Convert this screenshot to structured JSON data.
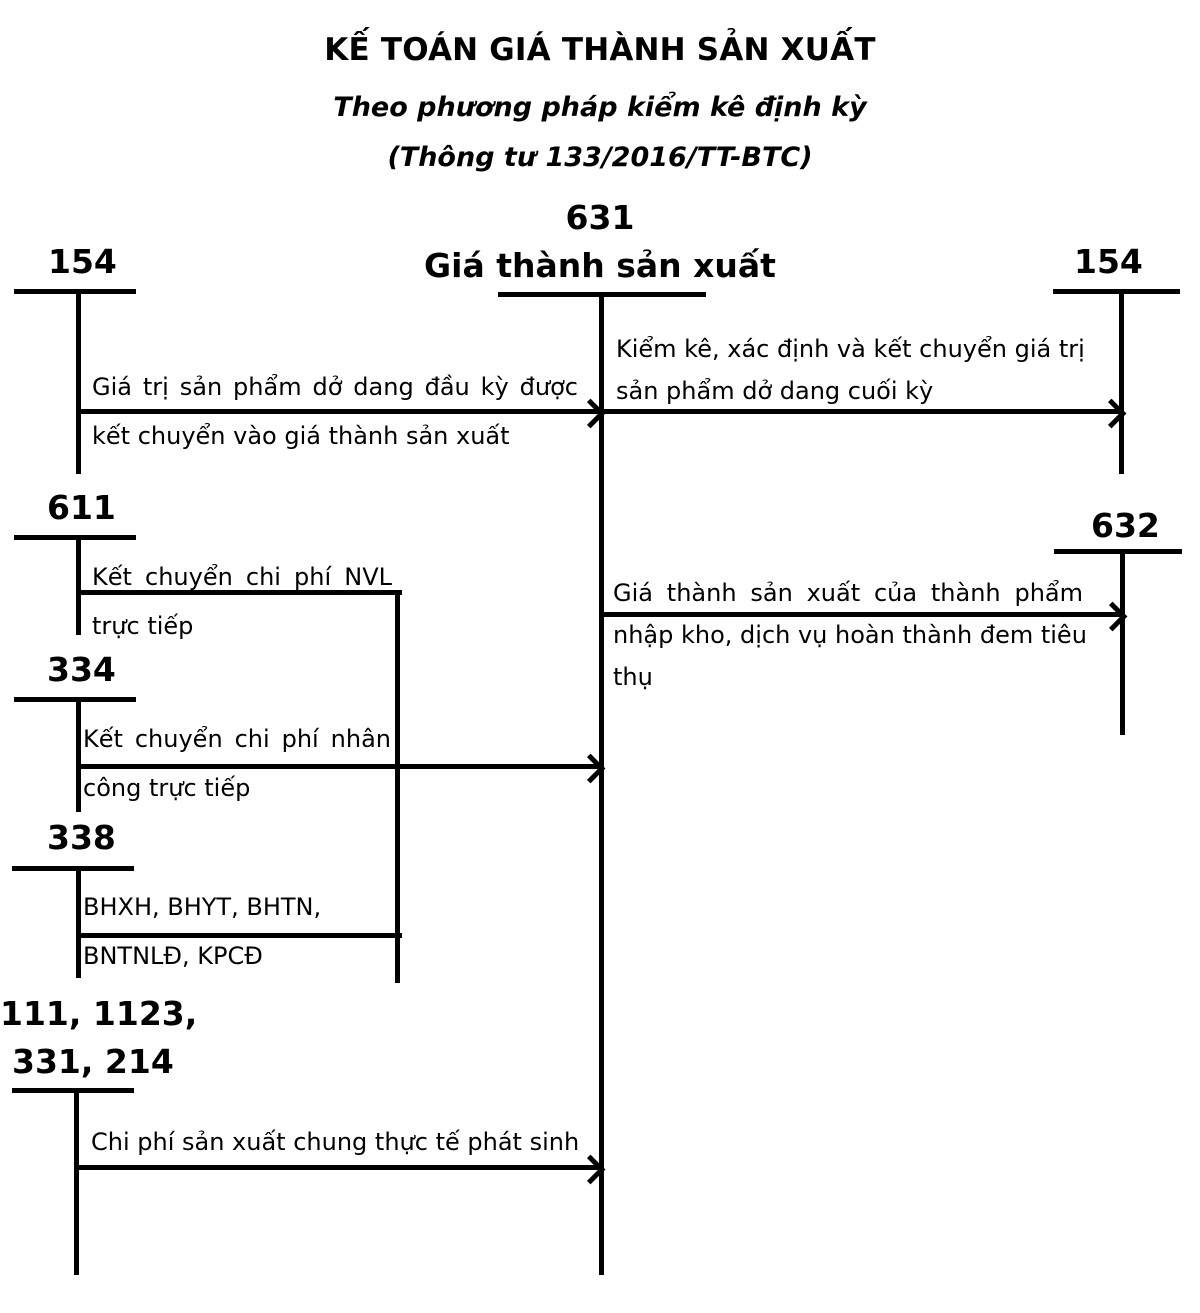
{
  "header": {
    "title": "KẾ TOÁN GIÁ THÀNH SẢN XUẤT",
    "subtitle": "Theo phương pháp kiểm kê định kỳ",
    "regulation": "(Thông tư 133/2016/TT-BTC)"
  },
  "center_account": {
    "code": "631",
    "name": "Giá thành sản xuất"
  },
  "accounts": {
    "a154_left": "154",
    "a611": "611",
    "a334": "334",
    "a338": "338",
    "a111_line1": "111, 1123,",
    "a111_line2": "331, 214",
    "a154_right": "154",
    "a632": "632"
  },
  "flows": {
    "f154_in": {
      "line1": "Giá trị sản phẩm dở dang đầu kỳ được",
      "line2": "kết chuyển vào giá thành sản xuất"
    },
    "f611": {
      "line1": "Kết chuyển chi phí NVL",
      "line2": "trực tiếp"
    },
    "f334": {
      "line1": "Kết chuyển chi phí nhân",
      "line2": "công trực tiếp"
    },
    "f338": {
      "line1": "BHXH, BHYT, BHTN,",
      "line2": "BNTNLĐ, KPCĐ"
    },
    "f111": {
      "line1": "Chi phí sản xuất chung thực tế phát sinh"
    },
    "f154_out": {
      "line1": "Kiểm kê, xác định và kết chuyển giá trị",
      "line2": "sản phẩm dở dang cuối kỳ"
    },
    "f632": {
      "line1": "Giá thành sản xuất của thành phẩm",
      "line2": "nhập kho, dịch vụ hoàn thành đem tiêu",
      "line3": "thụ"
    }
  }
}
